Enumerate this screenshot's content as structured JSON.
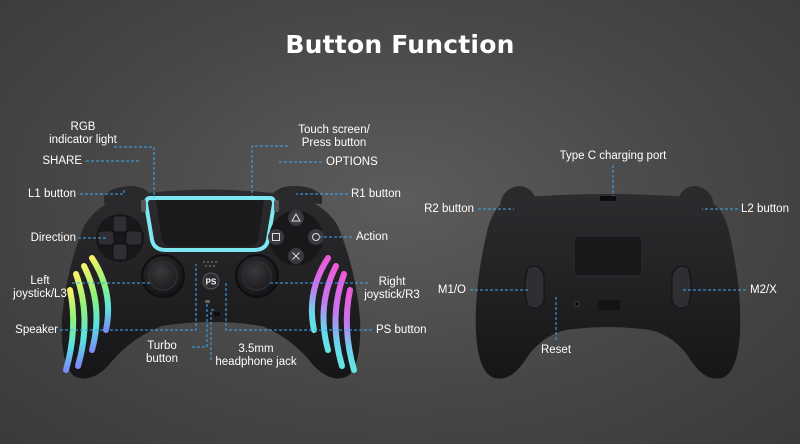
{
  "title": "Button Function",
  "front_labels": {
    "rgb_line1": "RGB",
    "rgb_line2": "indicator light",
    "share": "SHARE",
    "l1": "L1 button",
    "direction": "Direction",
    "left_line1": "Left",
    "left_line2": "joystick/L3",
    "speaker": "Speaker",
    "turbo_line1": "Turbo",
    "turbo_line2": "button",
    "jack_line1": "3.5mm",
    "jack_line2": "headphone jack",
    "touch_line1": "Touch screen/",
    "touch_line2": "Press button",
    "options": "OPTIONS",
    "r1": "R1 button",
    "action": "Action",
    "right_line1": "Right",
    "right_line2": "joystick/R3",
    "ps": "PS button",
    "ps_badge": "PS"
  },
  "back_labels": {
    "typec": "Type C charging port",
    "r2": "R2 button",
    "l2": "L2 button",
    "m1": "M1/O",
    "m2": "M2/X",
    "reset": "Reset"
  },
  "colors": {
    "background": "#474747",
    "leader_line": "#3fa9f5",
    "rgb_glow": "#7ee8f2",
    "controller_body": "#1e1e20"
  }
}
